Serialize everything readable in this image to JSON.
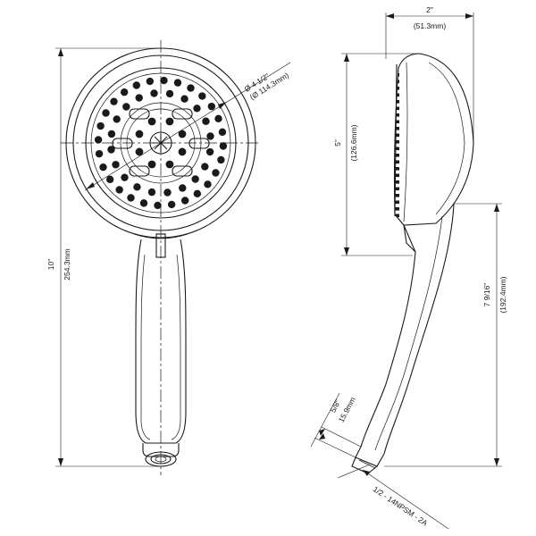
{
  "dimensions": {
    "face_diameter_in": "Ø 4 1/2\"",
    "face_diameter_mm": "(Ø 114.3mm)",
    "overall_length_in": "10\"",
    "overall_length_mm": "254.3mm",
    "head_width_in": "2\"",
    "head_width_mm": "(51.3mm)",
    "head_height_in": "5\"",
    "head_height_mm": "(126.6mm)",
    "handle_length_in": "7 9/16\"",
    "handle_length_mm": "(192.4mm)",
    "inlet_length_in": "5/8\"",
    "inlet_length_mm": "15.9mm",
    "thread_spec": "1/2 - 14NPSM - 2A"
  }
}
